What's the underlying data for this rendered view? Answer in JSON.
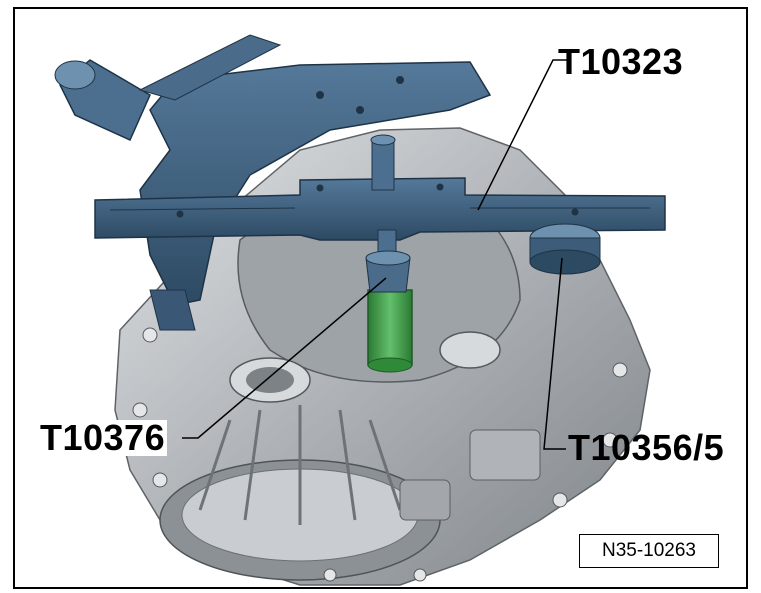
{
  "labels": {
    "tool_main_bar": "T10323",
    "tool_press_piece": "T10376",
    "tool_support": "T10356/5"
  },
  "figure_id": "N35-10263",
  "colors": {
    "tool_blue": "#3d5c79",
    "housing_silver": "#b9bdc1",
    "insert_green": "#3f9b47",
    "frame": "#000000"
  }
}
